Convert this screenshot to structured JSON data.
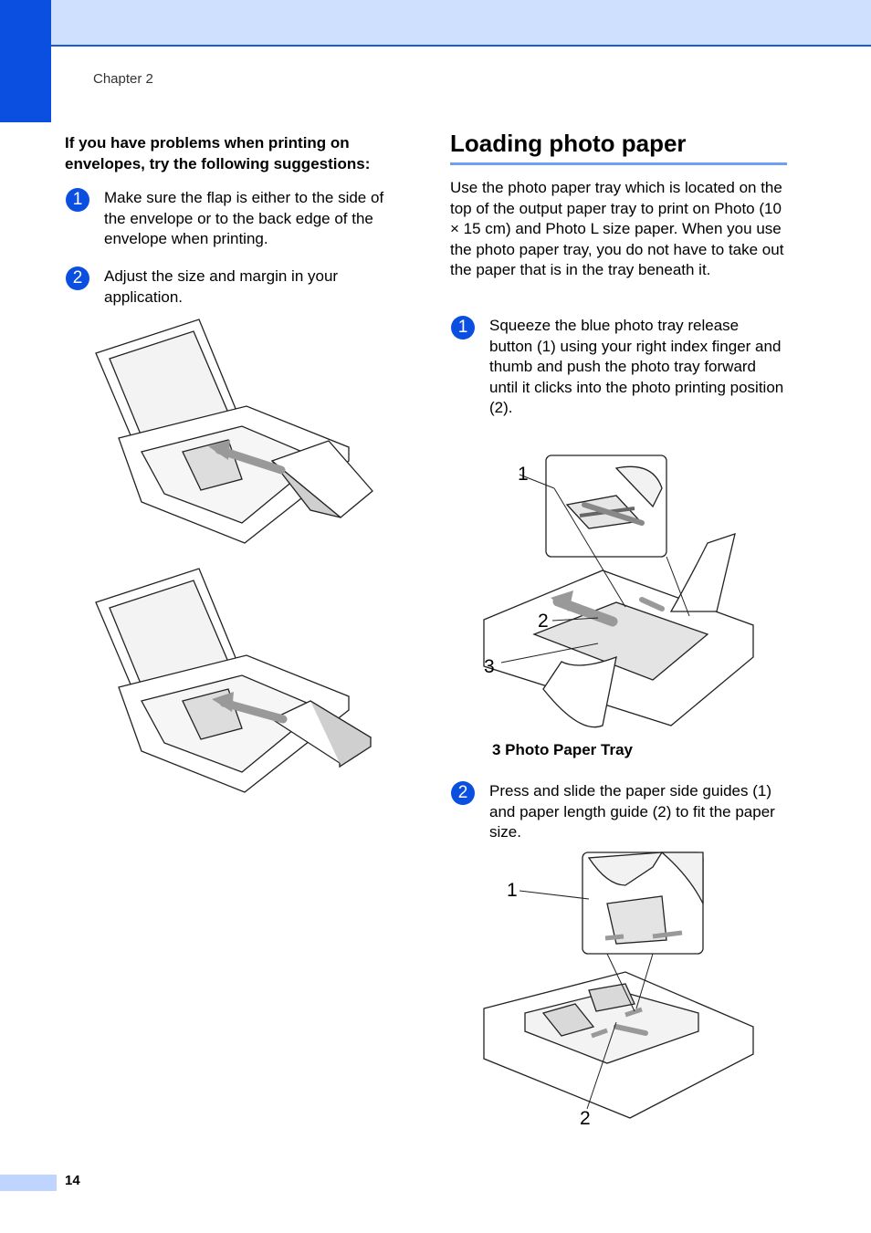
{
  "header": {
    "chapter": "Chapter 2"
  },
  "footer": {
    "page_number": "14"
  },
  "left": {
    "heading": "If you have problems when printing on envelopes, try the following suggestions:",
    "steps": [
      {
        "num": "1",
        "text": "Make sure the flap is either to the side of the envelope or to the back edge of the envelope when printing."
      },
      {
        "num": "2",
        "text": "Adjust the size and margin in your application."
      }
    ]
  },
  "right": {
    "title": "Loading photo paper",
    "intro": "Use the photo paper tray which is located on the top of the output paper tray to print on Photo (10 × 15 cm) and Photo L size paper. When you use the photo paper tray, you do not have to take out the paper that is in the tray beneath it.",
    "steps": [
      {
        "num": "1",
        "text": "Squeeze the blue photo tray release button (1) using your right index finger and thumb and push the photo tray forward until it clicks into the photo printing position (2)."
      },
      {
        "num": "2",
        "text": "Press and slide the paper side guides (1) and paper length guide (2) to fit the paper size."
      }
    ],
    "figure1_callouts": [
      "1",
      "2",
      "3"
    ],
    "figure1_caption": "3   Photo Paper Tray",
    "figure2_callouts": [
      "1",
      "2"
    ]
  }
}
